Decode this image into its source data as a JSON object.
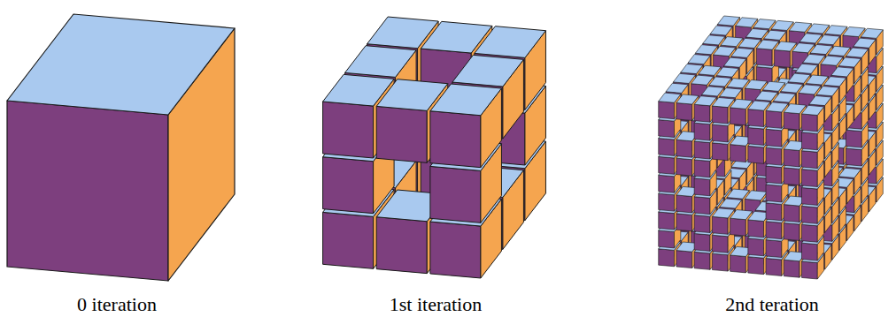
{
  "diagram": {
    "labels": [
      "0 iteration",
      "1st iteration",
      "2nd teration"
    ]
  }
}
